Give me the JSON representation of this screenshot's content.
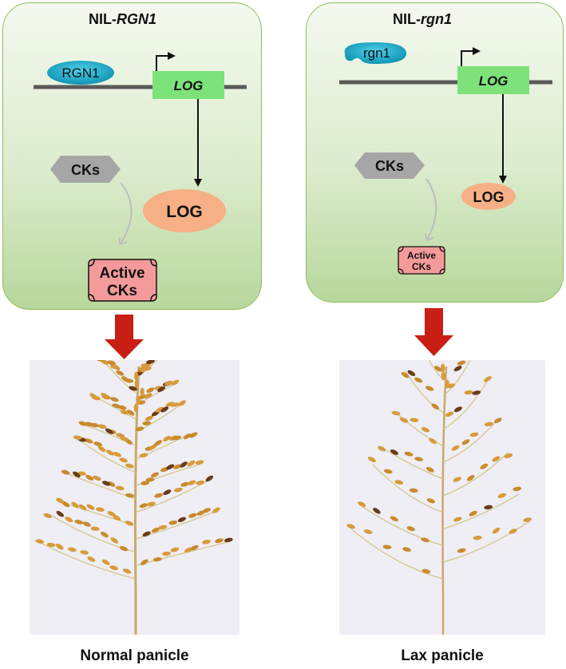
{
  "left": {
    "title_prefix": "NIL-",
    "title_gene": "RGN1",
    "protein_label": "RGN1",
    "gene_label": "LOG",
    "ck_label": "CKs",
    "log_label": "LOG",
    "active_line1": "Active",
    "active_line2": "CKs",
    "caption": "Normal panicle"
  },
  "right": {
    "title_prefix": "NIL-",
    "title_gene": "rgn1",
    "protein_label": "rgn1",
    "gene_label": "LOG",
    "ck_label": "CKs",
    "log_label": "LOG",
    "active_line1": "Active",
    "active_line2": "CKs",
    "caption": "Lax panicle"
  },
  "colors": {
    "panel_border": "#8cc060",
    "gene_box": "#7ee27a",
    "protein": "#1aa7c4",
    "ck_hexagon": "#a6a6a6",
    "log_ellipse": "#f7b085",
    "active_box": "#f49a9a",
    "big_arrow": "#c81e14"
  }
}
